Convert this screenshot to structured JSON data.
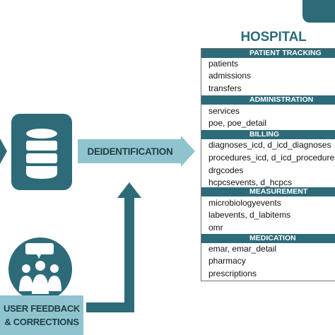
{
  "hospital": {
    "title": "HOSPITAL",
    "sections": [
      {
        "header": "PATIENT TRACKING",
        "items": [
          "patients",
          "admissions",
          "transfers"
        ]
      },
      {
        "header": "ADMINISTRATION",
        "items": [
          "services",
          "poe, poe_detail"
        ]
      },
      {
        "header": "BILLING",
        "items": [
          "diagnoses_icd, d_icd_diagnoses",
          "procedures_icd, d_icd_procedures",
          "drgcodes",
          "hcpcsevents, d_hcpcs"
        ]
      },
      {
        "header": "MEASUREMENT",
        "items": [
          "microbiologyevents",
          "labevents, d_labitems",
          "omr"
        ]
      },
      {
        "header": "MEDICATION",
        "items": [
          "emar, emar_detail",
          "pharmacy",
          "prescriptions"
        ]
      }
    ]
  },
  "process": {
    "deidentification_label": "DEIDENTIFICATION"
  },
  "feedback": {
    "line1": "USER FEEDBACK",
    "line2": "& CORRECTIONS"
  },
  "icons": {
    "database": "database-icon",
    "users": "users-discussion-icon"
  },
  "colors": {
    "primary": "#2d6b79",
    "light": "#8fc4ce",
    "text_dark": "#1f3d46"
  }
}
